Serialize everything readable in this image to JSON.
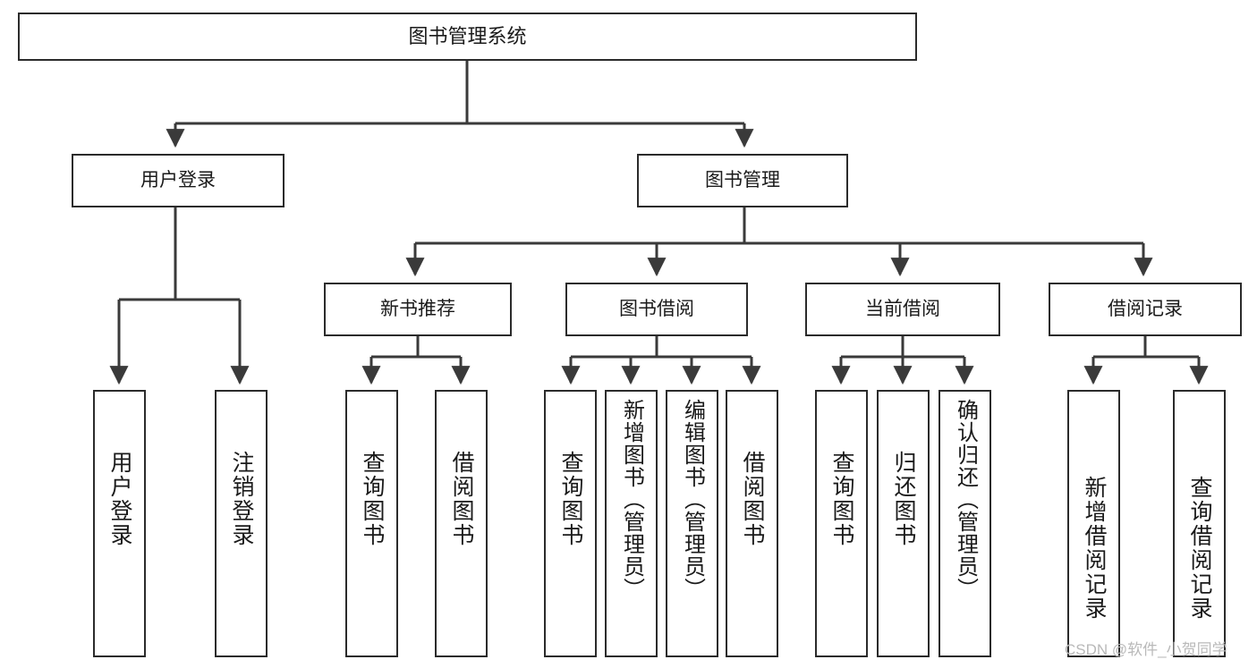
{
  "diagram": {
    "type": "tree-hierarchy-chart",
    "title": "图书管理系统",
    "watermark": "CSDN @软件_小贺同学",
    "colors": {
      "box_border": "#2b2b2b",
      "box_fill": "#ffffff",
      "connector": "#3a3a3a",
      "text": "#1a1a1a",
      "watermark": "#b9b9b9",
      "background": "#ffffff"
    },
    "levels": {
      "root": "图书管理系统",
      "level2": [
        "用户登录",
        "图书管理"
      ],
      "level3": [
        "新书推荐",
        "图书借阅",
        "当前借阅",
        "借阅记录"
      ]
    },
    "nodes": {
      "root": {
        "label": "图书管理系统"
      },
      "user_login": {
        "label": "用户登录"
      },
      "book_manage": {
        "label": "图书管理"
      },
      "new_book_rec": {
        "label": "新书推荐"
      },
      "book_borrow": {
        "label": "图书借阅"
      },
      "current_borrow": {
        "label": "当前借阅"
      },
      "borrow_record": {
        "label": "借阅记录"
      },
      "leaf_user_login": {
        "label": "用户登录"
      },
      "leaf_logout": {
        "label": "注销登录"
      },
      "leaf_query_book_1": {
        "label": "查询图书"
      },
      "leaf_borrow_book_1": {
        "label": "借阅图书"
      },
      "leaf_query_book_2": {
        "label": "查询图书"
      },
      "leaf_add_book": {
        "label": "新增图书（管理员）"
      },
      "leaf_edit_book": {
        "label": "编辑图书（管理员）"
      },
      "leaf_borrow_book_2": {
        "label": "借阅图书"
      },
      "leaf_query_book_3": {
        "label": "查询图书"
      },
      "leaf_return_book": {
        "label": "归还图书"
      },
      "leaf_confirm_return": {
        "label": "确认归还（管理员）"
      },
      "leaf_add_record": {
        "label": "新增借阅记录"
      },
      "leaf_query_record": {
        "label": "查询借阅记录"
      }
    }
  }
}
